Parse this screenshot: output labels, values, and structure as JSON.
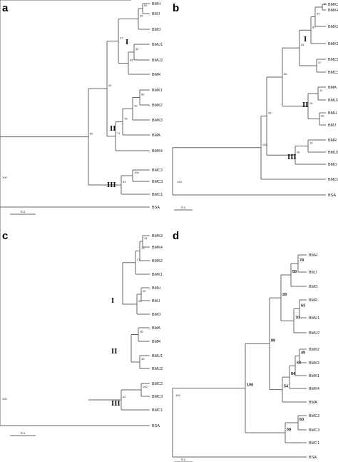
{
  "panels": [
    {
      "id": "a",
      "letter": "a",
      "root_label": "100",
      "scale_label": "0.1",
      "clade_labels": [
        "I",
        "II",
        "III"
      ],
      "taxa": [
        "BMH",
        "BMJ",
        "BMO",
        "BMU1",
        "BMU2",
        "BMR",
        "BMK1",
        "BMK2",
        "BMK3",
        "BMA",
        "BMK4",
        "BMC2",
        "BMC3",
        "BMC1",
        "BSA"
      ],
      "bootstrap": [
        "92",
        "35",
        "34",
        "55",
        "37",
        "82",
        "49",
        "78",
        "71",
        "40",
        "100",
        "94",
        "89"
      ]
    },
    {
      "id": "b",
      "letter": "b",
      "root_label": "100",
      "scale_label": "0.1",
      "clade_labels": [
        "I",
        "II",
        "III"
      ],
      "taxa": [
        "BMK3",
        "BMK4",
        "BMK2",
        "BMK1",
        "BMC1",
        "BMC3",
        "BMA",
        "BMU2",
        "BMH",
        "BMJ",
        "BMR",
        "BMU1",
        "BMO",
        "BMC2",
        "BSA"
      ],
      "bootstrap": [
        "80",
        "59",
        "87",
        "37",
        "39",
        "12",
        "32",
        "16",
        "56",
        "19",
        "45",
        "33",
        "100"
      ]
    },
    {
      "id": "c",
      "letter": "c",
      "root_label": "100",
      "scale_label": "0.1",
      "clade_labels": [
        "I",
        "II",
        "III"
      ],
      "taxa": [
        "BMK3",
        "BMK4",
        "BMK2",
        "BMK1",
        "BMH",
        "BMJ",
        "BMO",
        "BMA",
        "BMR",
        "BMU1",
        "BMU2",
        "BMC2",
        "BMC3",
        "BMC1",
        "BSA"
      ],
      "bootstrap": [
        "31",
        "18",
        "27",
        "29",
        "49",
        "26",
        "36",
        "73",
        "33",
        "63",
        "100",
        "62",
        "95"
      ]
    },
    {
      "id": "d",
      "letter": "d",
      "root_label": "100",
      "scale_label": "0.1",
      "clade_labels": [],
      "taxa": [
        "BMH",
        "BMJ",
        "BMO",
        "BMR",
        "BMU1",
        "BMU2",
        "BMK2",
        "BMK3",
        "BMK1",
        "BMK4",
        "BMA",
        "BMC2",
        "BMC3",
        "BMC1",
        "BSA"
      ],
      "bootstrap": [
        "78",
        "58",
        "63",
        "70",
        "28",
        "49",
        "63",
        "84",
        "54",
        "89",
        "60",
        "58",
        "100"
      ]
    }
  ]
}
